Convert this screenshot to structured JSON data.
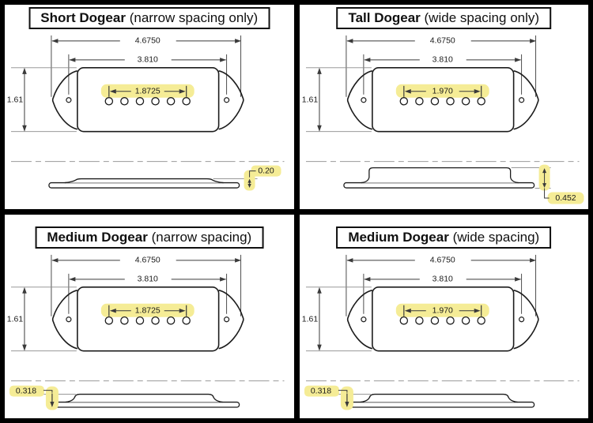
{
  "colors": {
    "frame": "#000000",
    "paper": "#ffffff",
    "line": "#1c1c1c",
    "dim_line": "#3a3a3a",
    "leader": "#8a8a8a",
    "centerline": "#9a9a9a",
    "highlight": "#f5ec96",
    "text": "#1a1a1a"
  },
  "quadrants": [
    {
      "id": "short-dogear",
      "title": {
        "name": "Short Dogear",
        "qualifier": "(narrow spacing only)"
      },
      "dimensions": {
        "overall_width": "4.6750",
        "mount_hole_spacing": "3.810",
        "pole_spacing": "1.8725",
        "body_height": "1.61"
      },
      "side_view": {
        "profile": "short",
        "height_label": "0.20",
        "label_position": "right"
      },
      "pole_holes": 6,
      "mounting_holes": 2
    },
    {
      "id": "tall-dogear",
      "title": {
        "name": "Tall Dogear",
        "qualifier": "(wide spacing only)"
      },
      "dimensions": {
        "overall_width": "4.6750",
        "mount_hole_spacing": "3.810",
        "pole_spacing": "1.970",
        "body_height": "1.61"
      },
      "side_view": {
        "profile": "tall",
        "height_label": "0.452",
        "label_position": "right"
      },
      "pole_holes": 6,
      "mounting_holes": 2
    },
    {
      "id": "medium-dogear-narrow",
      "title": {
        "name": "Medium Dogear",
        "qualifier": "(narrow spacing)"
      },
      "dimensions": {
        "overall_width": "4.6750",
        "mount_hole_spacing": "3.810",
        "pole_spacing": "1.8725",
        "body_height": "1.61"
      },
      "side_view": {
        "profile": "medium",
        "height_label": "0.318",
        "label_position": "left"
      },
      "pole_holes": 6,
      "mounting_holes": 2
    },
    {
      "id": "medium-dogear-wide",
      "title": {
        "name": "Medium Dogear",
        "qualifier": "(wide spacing)"
      },
      "dimensions": {
        "overall_width": "4.6750",
        "mount_hole_spacing": "3.810",
        "pole_spacing": "1.970",
        "body_height": "1.61"
      },
      "side_view": {
        "profile": "medium",
        "height_label": "0.318",
        "label_position": "left"
      },
      "pole_holes": 6,
      "mounting_holes": 2
    }
  ]
}
